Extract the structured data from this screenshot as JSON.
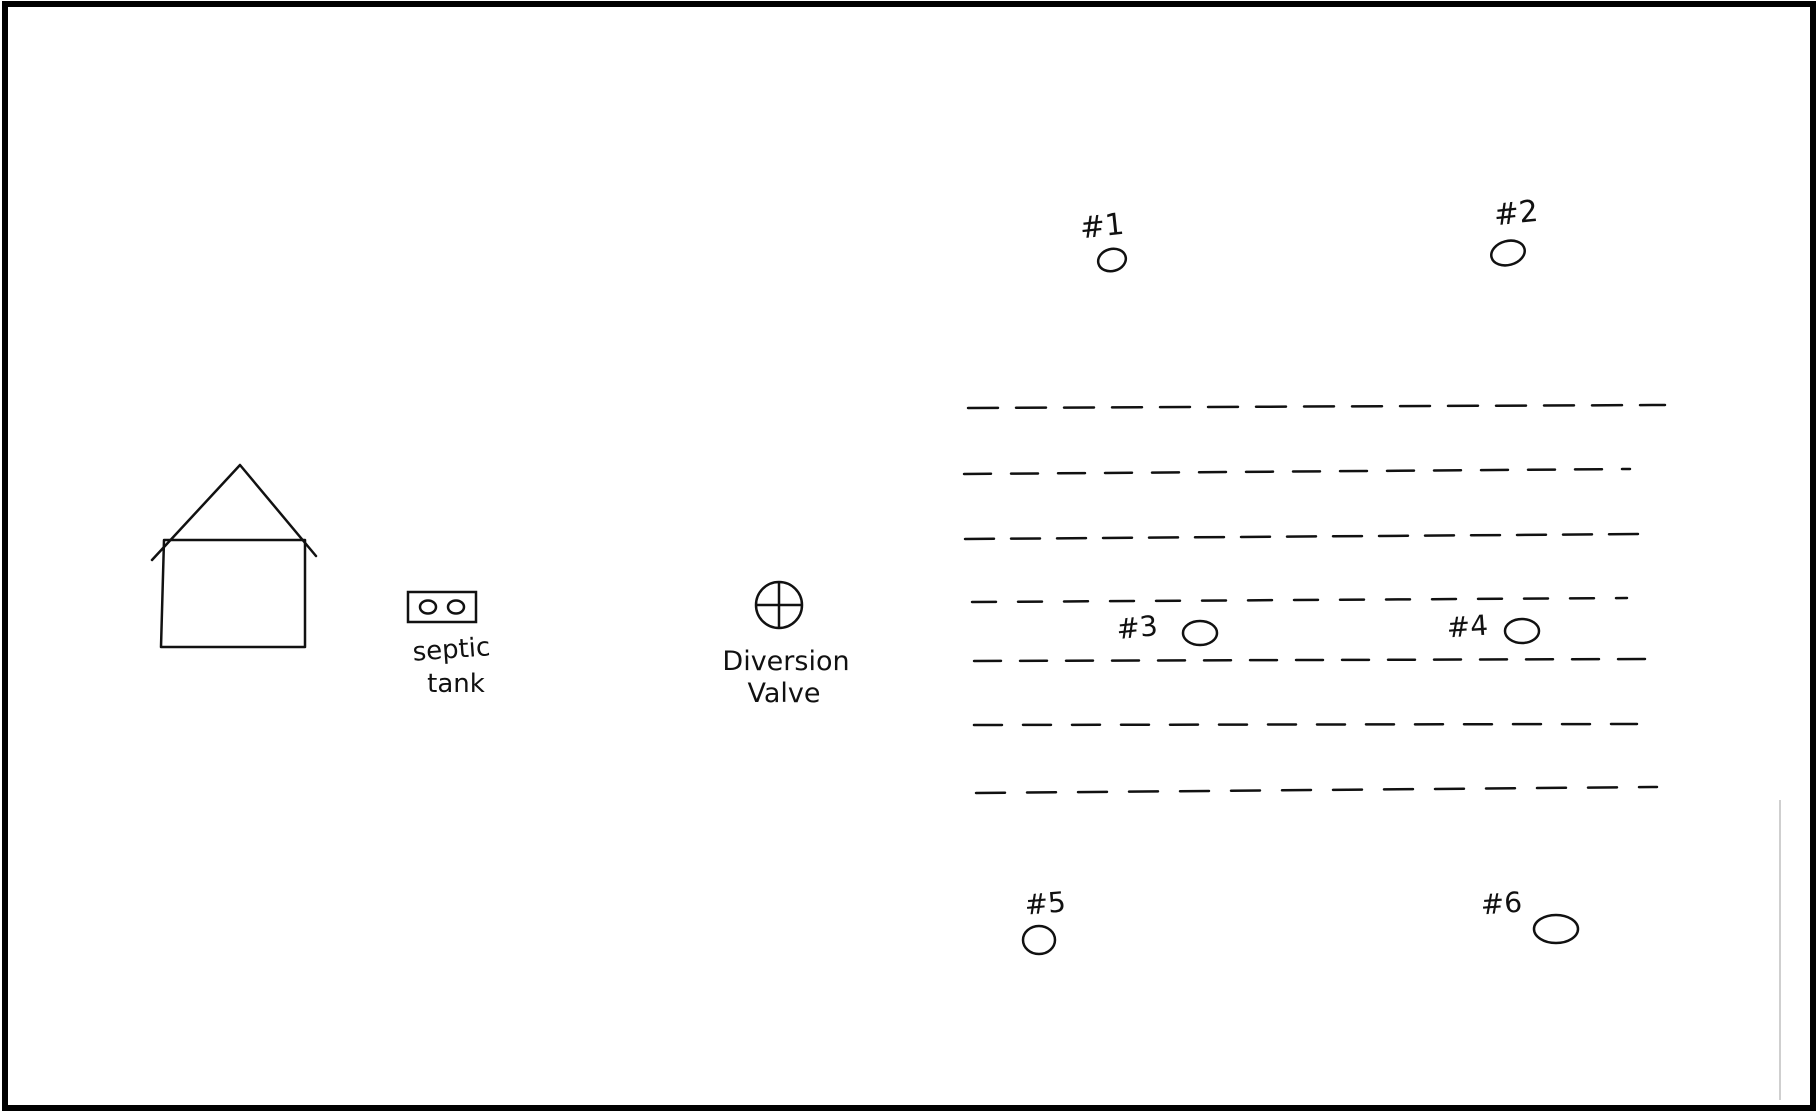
{
  "diagram": {
    "colors": {
      "ink": "#111111",
      "paper": "#ffffff",
      "frame": "#000000"
    },
    "house": {
      "icon": "house-icon"
    },
    "septic_tank": {
      "icon": "septic-tank-icon",
      "label_line1": "septic",
      "label_line2": "tank"
    },
    "diversion_valve": {
      "icon": "diversion-valve-icon",
      "label_line1": "Diversion",
      "label_line2": "Valve"
    },
    "drain_field": {
      "line_count": 7
    },
    "observation_ports": [
      {
        "label": "#1"
      },
      {
        "label": "#2"
      },
      {
        "label": "#3"
      },
      {
        "label": "#4"
      },
      {
        "label": "#5"
      },
      {
        "label": "#6"
      }
    ]
  }
}
